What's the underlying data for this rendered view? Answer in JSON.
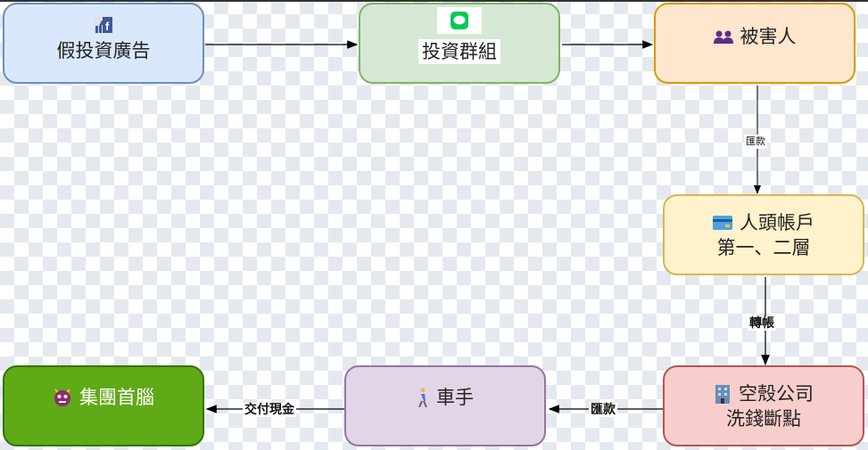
{
  "nodes": {
    "fake_ad": {
      "label": "假投資廣告",
      "icon": "facebook-like-icon"
    },
    "invest_group": {
      "label": "投資群組",
      "icon": "line-app-icon"
    },
    "victim": {
      "label": "被害人",
      "icon": "people-icon"
    },
    "mule_account": {
      "line1": "人頭帳戶",
      "line2": "第一、二層",
      "icon": "credit-card-icon"
    },
    "shell_company": {
      "line1": "空殼公司",
      "line2": "洗錢斷點",
      "icon": "office-building-icon"
    },
    "runner": {
      "label": "車手",
      "icon": "walking-person-icon"
    },
    "boss": {
      "label": "集團首腦",
      "icon": "ogre-icon"
    }
  },
  "edges": {
    "victim_to_mule": "匯款",
    "mule_to_shell": "轉帳",
    "shell_to_runner": "匯款",
    "runner_to_boss": "交付現金"
  }
}
